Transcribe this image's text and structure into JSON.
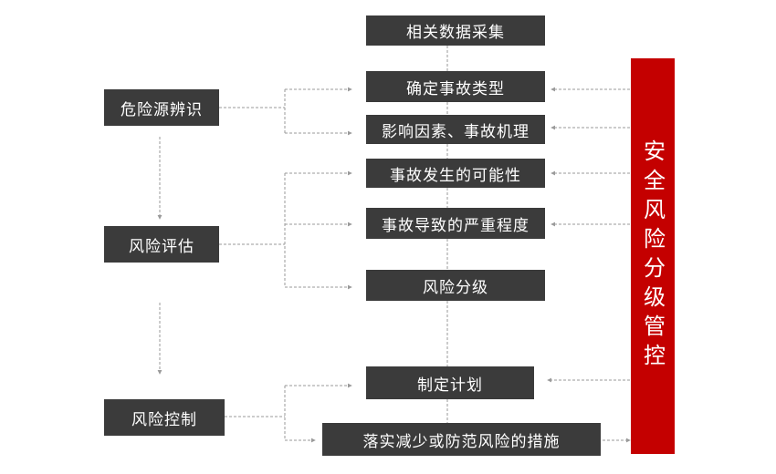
{
  "diagram": {
    "left_steps": [
      "危险源辨识",
      "风险评估",
      "风险控制"
    ],
    "center_steps": [
      "相关数据采集",
      "确定事故类型",
      "影响因素、事故机理",
      "事故发生的可能性",
      "事故导致的严重程度",
      "风险分级",
      "制定计划",
      "落实减少或防范风险的措施"
    ],
    "side_title": "安全风险分级管控",
    "colors": {
      "box": "#3b3b3b",
      "side_bar": "#c40000",
      "connector": "#9a9a9a"
    }
  }
}
